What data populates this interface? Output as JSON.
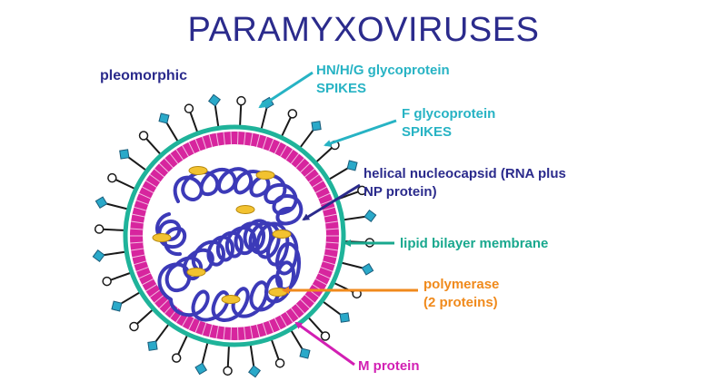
{
  "title": "PARAMYXOVIRUSES",
  "labels": {
    "pleomorphic": "pleomorphic",
    "hn_line1": "HN/H/G glycoprotein",
    "hn_line2": "SPIKES",
    "f_line1": "F glycoprotein",
    "f_line2": "SPIKES",
    "nc_line1": "helical nucleocapsid (RNA plus",
    "nc_line2": "NP protein)",
    "lipid": "lipid bilayer membrane",
    "pol_line1": "polymerase",
    "pol_line2": "(2 proteins)",
    "m_protein": "M protein"
  },
  "colors": {
    "title": "#2b2b8c",
    "pleomorphic": "#2b2b8c",
    "spike_label": "#27b3c4",
    "nucleocapsid": "#2b2b8c",
    "lipid": "#19a88e",
    "polymerase": "#f08a1c",
    "m_protein": "#d21fb3",
    "m_layer": "#d7259e",
    "membrane": "#1fb39a",
    "coil": "#3c3ab8",
    "spike_stem": "#1a1a1a",
    "spike_head": "#2aa9c9",
    "polymerase_blob": "#f2c230"
  }
}
